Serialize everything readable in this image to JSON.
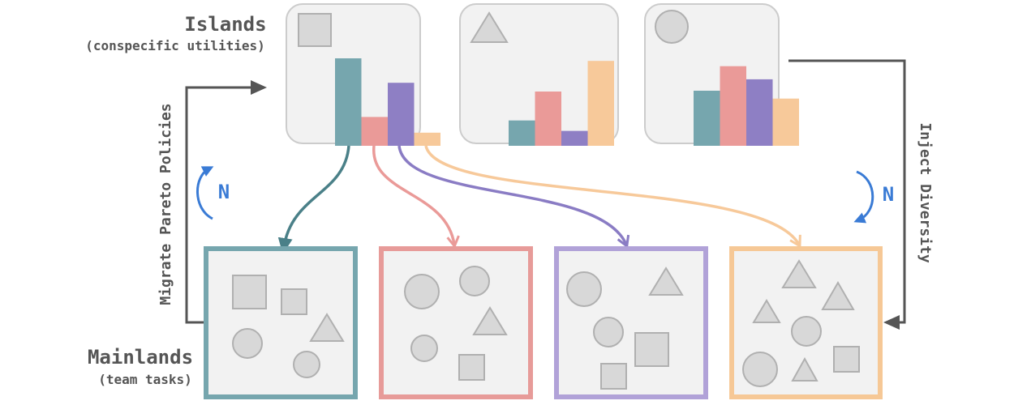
{
  "labels": {
    "islands_title": "Islands",
    "islands_subtitle": "(conspecific utilities)",
    "mainlands_title": "Mainlands",
    "mainlands_subtitle": "(team tasks)",
    "migrate": "Migrate Pareto Policies",
    "inject": "Inject Diversity",
    "n_left": "N",
    "n_right": "N"
  },
  "colors": {
    "teal": "#76a6ae",
    "pink": "#ea9a98",
    "purple": "#8e7fc4",
    "orange": "#f7c99a",
    "teal_dark": "#4a8088",
    "purple_dark": "#8a7cc4",
    "pink_border": "#e79b99",
    "purple_border": "#b1a2d8",
    "orange_border": "#f6c896",
    "arrow_gray": "#555555",
    "n_blue": "#3a7bd5"
  },
  "islands": [
    {
      "icon": "square-icon",
      "bars": [
        10,
        3.3,
        7.2,
        1.5
      ]
    },
    {
      "icon": "triangle-icon",
      "bars": [
        2.9,
        6.2,
        1.7,
        9.7
      ]
    },
    {
      "icon": "circle-icon",
      "bars": [
        6.3,
        9.1,
        7.6,
        5.4
      ]
    }
  ],
  "mainlands": [
    {
      "color": "teal",
      "shapes": [
        "square",
        "square",
        "circle",
        "triangle",
        "circle"
      ]
    },
    {
      "color": "pink",
      "shapes": [
        "circle",
        "circle",
        "triangle",
        "circle",
        "square"
      ]
    },
    {
      "color": "purple",
      "shapes": [
        "circle",
        "triangle",
        "circle",
        "square",
        "square"
      ]
    },
    {
      "color": "orange",
      "shapes": [
        "triangle",
        "triangle",
        "triangle",
        "circle",
        "square",
        "circle",
        "triangle"
      ]
    }
  ]
}
